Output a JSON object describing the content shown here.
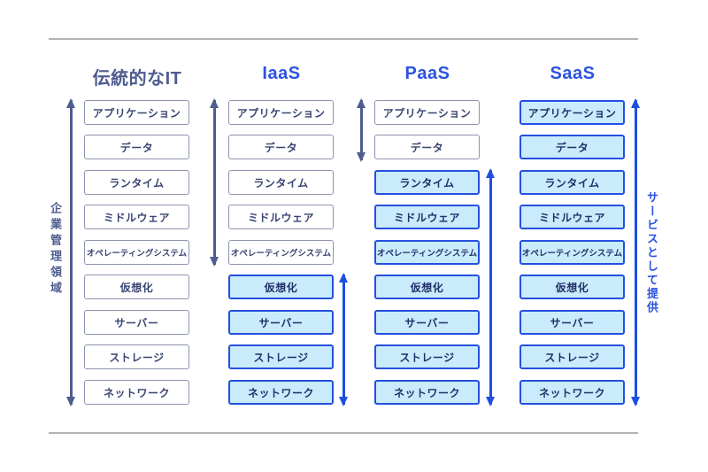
{
  "diagram": {
    "type": "cloud-service-model-comparison",
    "columns": [
      {
        "title": "伝統的なIT",
        "style": "traditional",
        "provided_layer_start": null
      },
      {
        "title": "IaaS",
        "style": "cloud",
        "provided_layer_start": 5
      },
      {
        "title": "PaaS",
        "style": "cloud",
        "provided_layer_start": 2
      },
      {
        "title": "SaaS",
        "style": "cloud",
        "provided_layer_start": 0
      }
    ],
    "layers": [
      "アプリケーション",
      "データ",
      "ランタイム",
      "ミドルウェア",
      "オペレーティングシステム",
      "仮想化",
      "サーバー",
      "ストレージ",
      "ネットワーク"
    ],
    "left_axis_label": "企業管理領域",
    "right_axis_label": "サービスとして提供",
    "colors": {
      "accent_blue": "#2b53df",
      "arrow_blue": "#1d4fe0",
      "muted_navy": "#4e5c8e",
      "managed_box_fill": "#ffffff",
      "managed_box_border": "#8c94b0",
      "provided_box_fill": "#c9ebfb",
      "provided_box_border": "#2450df",
      "box_text": "#3a4571",
      "divider_gray": "#b2b2b4"
    }
  }
}
